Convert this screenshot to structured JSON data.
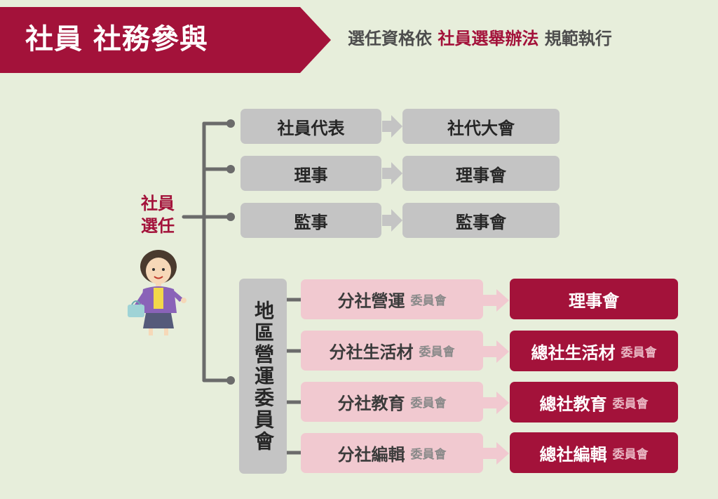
{
  "header": {
    "title": "社員 社務參與",
    "subtitle_prefix": "選任資格依",
    "subtitle_highlight": "社員選舉辦法",
    "subtitle_suffix": "規範執行"
  },
  "root": {
    "line1": "社員",
    "line2": "選任"
  },
  "election_rows": [
    {
      "from": "社員代表",
      "to": "社代大會"
    },
    {
      "from": "理事",
      "to": "理事會"
    },
    {
      "from": "監事",
      "to": "監事會"
    }
  ],
  "regional": {
    "label": "地區營運委員會",
    "rows": [
      {
        "from": "分社營運",
        "from_suffix": "委員會",
        "to": "理事會",
        "to_suffix": ""
      },
      {
        "from": "分社生活材",
        "from_suffix": "委員會",
        "to": "總社生活材",
        "to_suffix": "委員會"
      },
      {
        "from": "分社教育",
        "from_suffix": "委員會",
        "to": "總社教育",
        "to_suffix": "委員會"
      },
      {
        "from": "分社編輯",
        "from_suffix": "委員會",
        "to": "總社編輯",
        "to_suffix": "委員會"
      }
    ]
  },
  "colors": {
    "accent": "#a3123a",
    "background": "#e7eedb",
    "gray_box": "#c4c4c4",
    "pink_box": "#f1c9d0",
    "connector": "#6b6b6b"
  },
  "icons": {
    "figure": "woman-with-handbag-illustration"
  }
}
